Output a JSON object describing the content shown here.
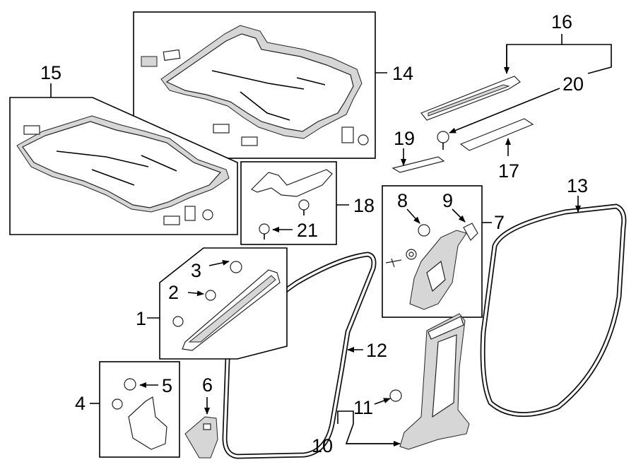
{
  "callouts": {
    "n1": "1",
    "n2": "2",
    "n3": "3",
    "n4": "4",
    "n5": "5",
    "n6": "6",
    "n7": "7",
    "n8": "8",
    "n9": "9",
    "n10": "10",
    "n11": "11",
    "n12": "12",
    "n13": "13",
    "n14": "14",
    "n15": "15",
    "n16": "16",
    "n17": "17",
    "n18": "18",
    "n19": "19",
    "n20": "20",
    "n21": "21"
  },
  "colors": {
    "line": "#000000",
    "part_fill": "#ffffff",
    "shade": "#d6d6d6"
  }
}
